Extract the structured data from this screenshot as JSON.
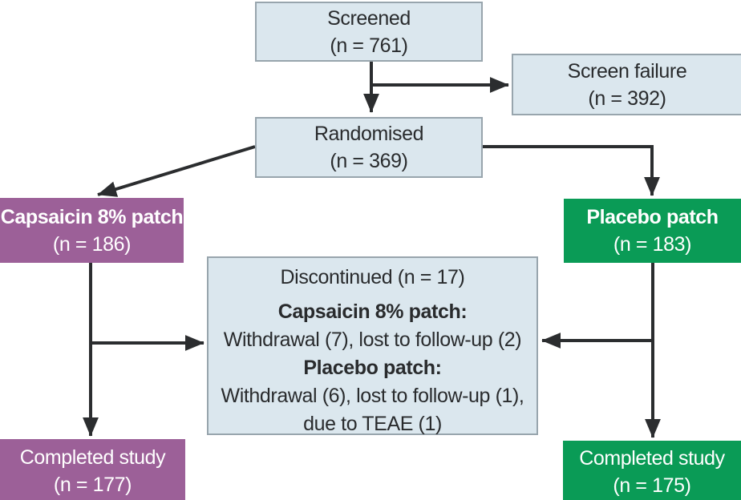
{
  "colors": {
    "box_fill": "#dbe7ee",
    "box_border": "#98a5ad",
    "capsaicin_purple": "#9c6098",
    "placebo_green": "#0a9b56",
    "arrow": "#2b2d2f",
    "text_dark": "#292b2d",
    "text_light": "#ffffff"
  },
  "boxes": {
    "screened": {
      "line1": "Screened",
      "line2": "(n = 761)"
    },
    "screen_failure": {
      "line1": "Screen failure",
      "line2": "(n = 392)"
    },
    "randomised": {
      "line1": "Randomised",
      "line2": "(n = 369)"
    },
    "capsaicin": {
      "line1": "Capsaicin 8% patch",
      "line2": "(n = 186)"
    },
    "placebo": {
      "line1": "Placebo patch",
      "line2": "(n = 183)"
    },
    "discontinued": {
      "title": "Discontinued (n = 17)",
      "group1_label": "Capsaicin 8% patch:",
      "group1_detail": "Withdrawal (7), lost to follow-up (2)",
      "group2_label": "Placebo patch:",
      "group2_detail1": "Withdrawal (6), lost to follow-up (1),",
      "group2_detail2": "due to TEAE (1)"
    },
    "completed_capsaicin": {
      "line1": "Completed study",
      "line2": "(n = 177)"
    },
    "completed_placebo": {
      "line1": "Completed study",
      "line2": "(n = 175)"
    }
  }
}
